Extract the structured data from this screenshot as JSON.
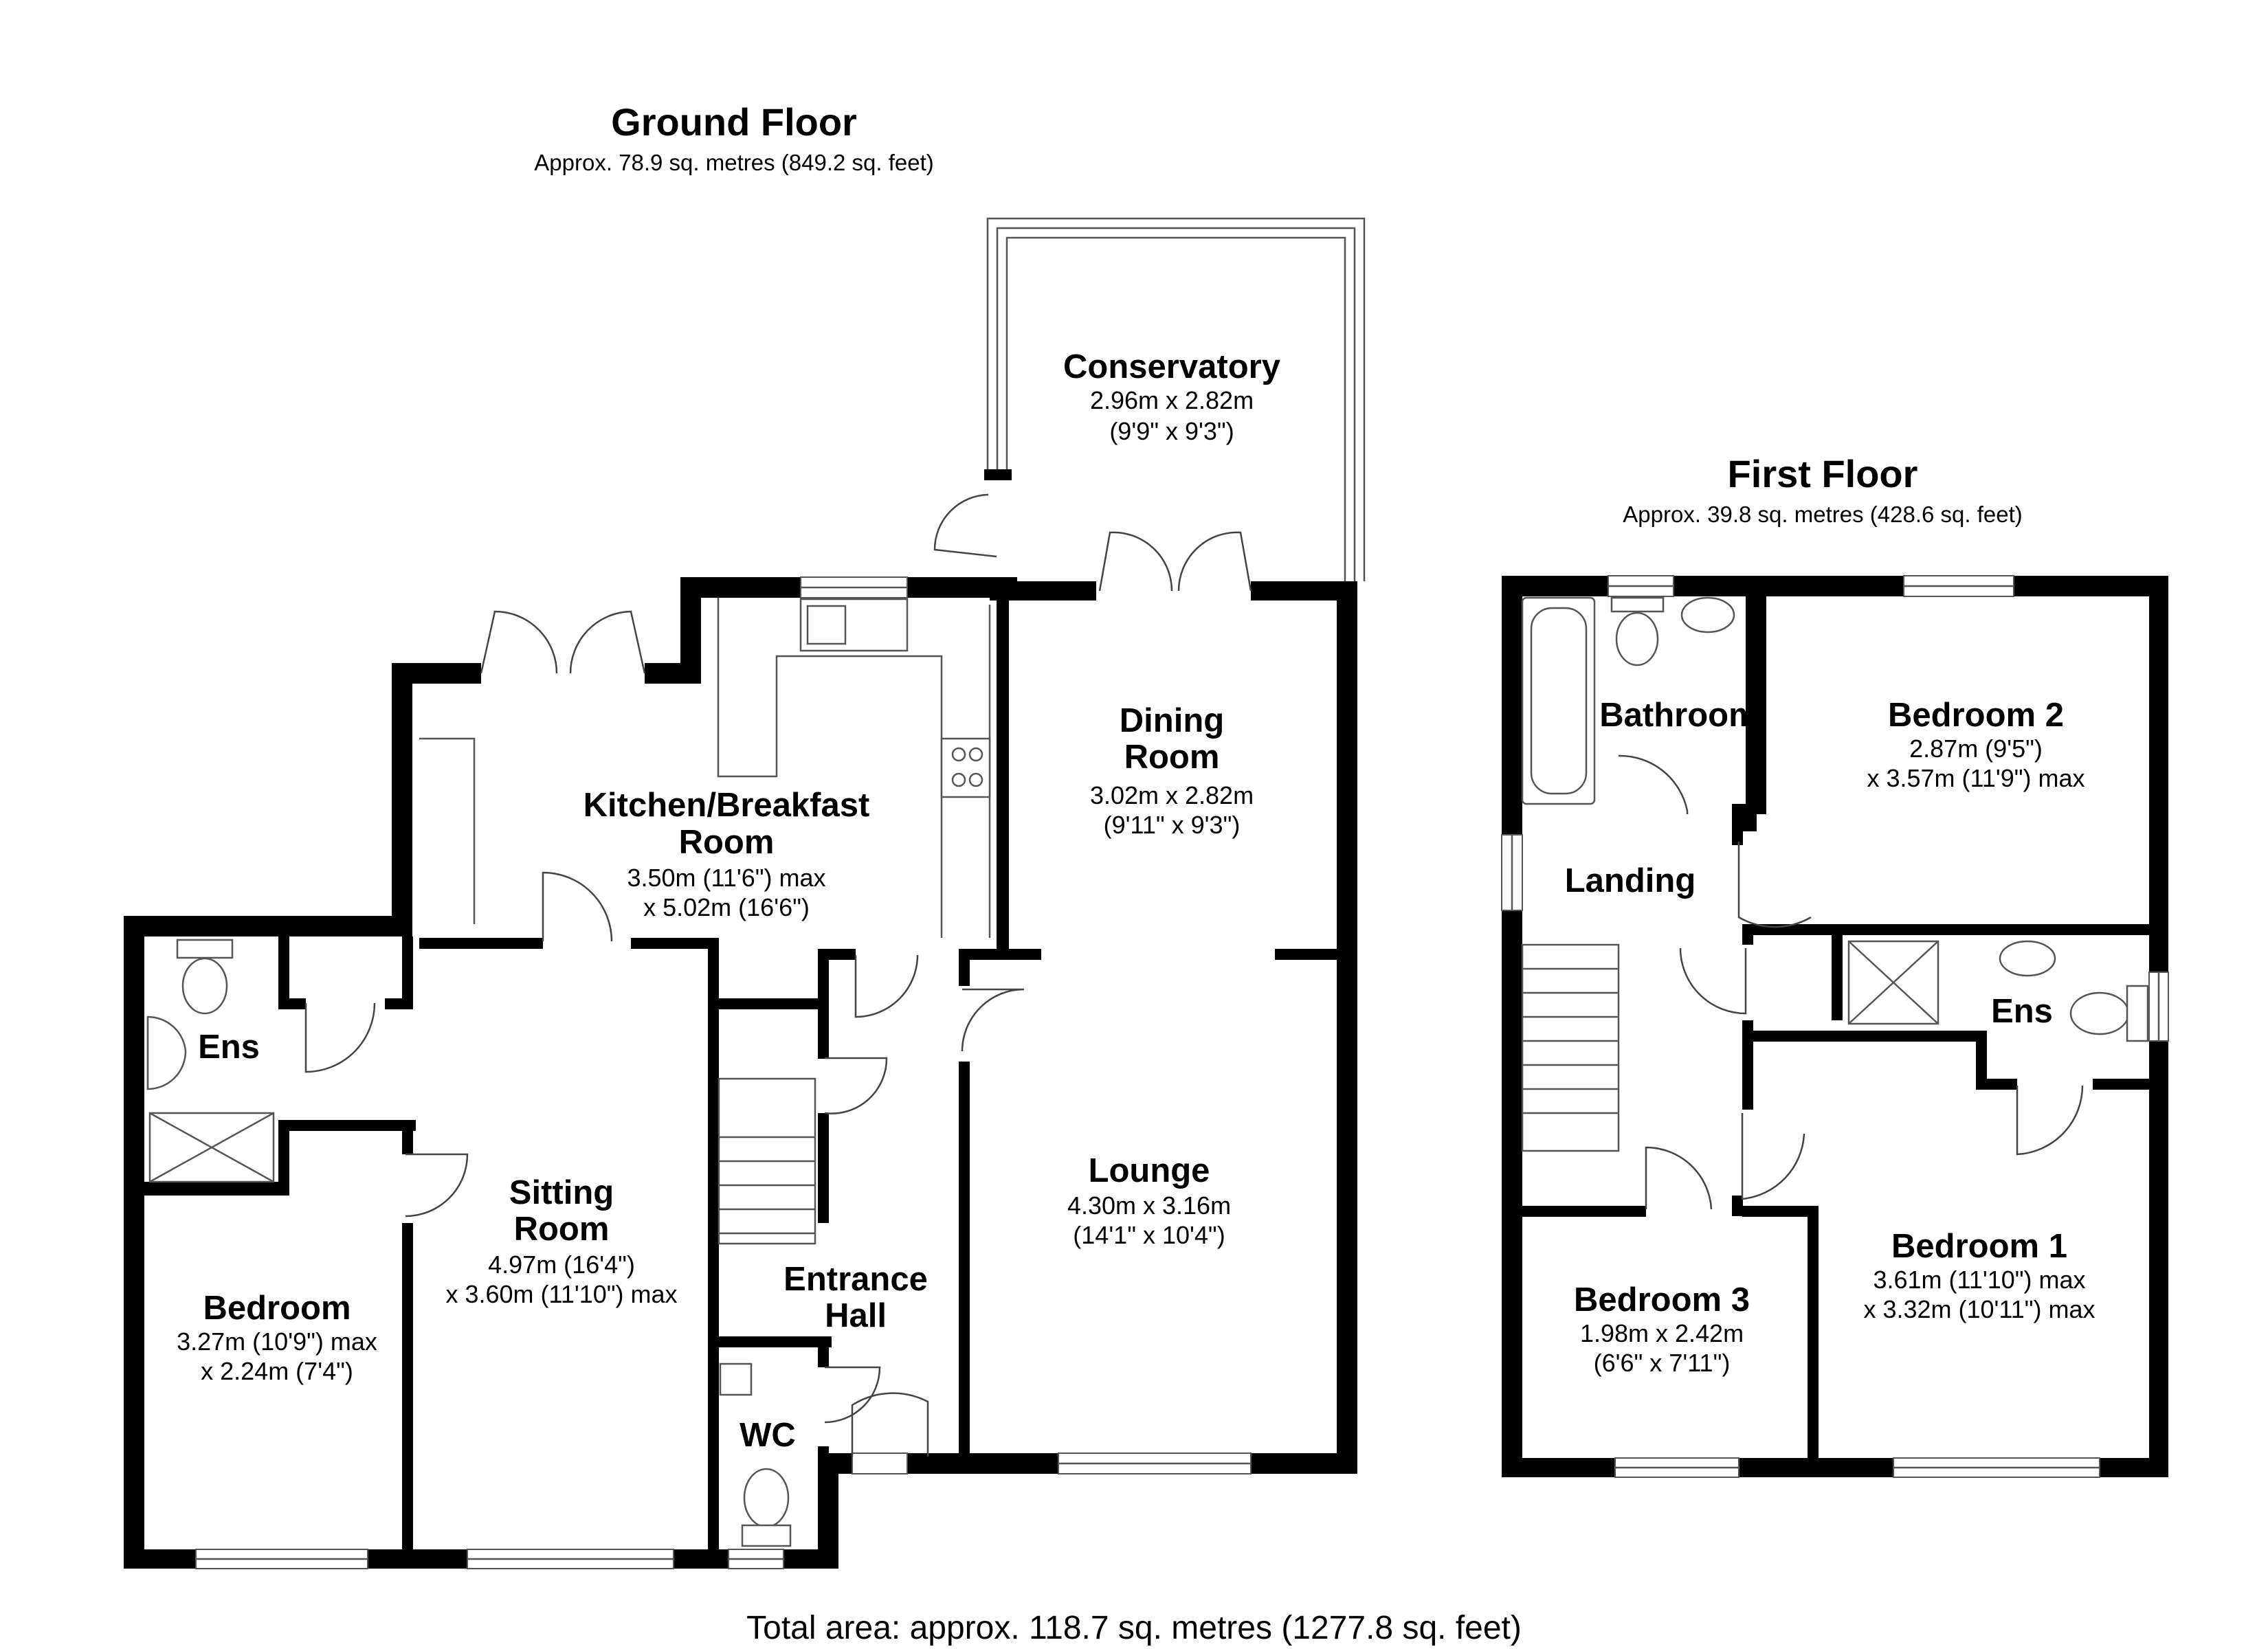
{
  "ground_floor": {
    "title": "Ground Floor",
    "area": "Approx. 78.9 sq. metres (849.2 sq. feet)",
    "rooms": {
      "conservatory": {
        "name": [
          "Conservatory"
        ],
        "dims": [
          "2.96m x 2.82m",
          "(9'9\" x 9'3\")"
        ]
      },
      "dining": {
        "name": [
          "Dining",
          "Room"
        ],
        "dims": [
          "3.02m x 2.82m",
          "(9'11\" x 9'3\")"
        ]
      },
      "kitchen": {
        "name": [
          "Kitchen/Breakfast",
          "Room"
        ],
        "dims": [
          "3.50m (11'6\") max",
          "x 5.02m (16'6\")"
        ]
      },
      "ens": {
        "name": [
          "Ens"
        ],
        "dims": []
      },
      "sitting": {
        "name": [
          "Sitting",
          "Room"
        ],
        "dims": [
          "4.97m (16'4\")",
          "x 3.60m (11'10\") max"
        ]
      },
      "lounge": {
        "name": [
          "Lounge"
        ],
        "dims": [
          "4.30m x 3.16m",
          "(14'1\" x 10'4\")"
        ]
      },
      "bedroom": {
        "name": [
          "Bedroom"
        ],
        "dims": [
          "3.27m (10'9\") max",
          "x 2.24m (7'4\")"
        ]
      },
      "entrance": {
        "name": [
          "Entrance",
          "Hall"
        ],
        "dims": []
      },
      "wc": {
        "name": [
          "WC"
        ],
        "dims": []
      }
    }
  },
  "first_floor": {
    "title": "First Floor",
    "area": "Approx. 39.8 sq. metres (428.6 sq. feet)",
    "rooms": {
      "bathroom": {
        "name": [
          "Bathroom"
        ],
        "dims": []
      },
      "bedroom2": {
        "name": [
          "Bedroom 2"
        ],
        "dims": [
          "2.87m (9'5\")",
          "x 3.57m (11'9\") max"
        ]
      },
      "landing": {
        "name": [
          "Landing"
        ],
        "dims": []
      },
      "ens": {
        "name": [
          "Ens"
        ],
        "dims": []
      },
      "bedroom1": {
        "name": [
          "Bedroom 1"
        ],
        "dims": [
          "3.61m (11'10\") max",
          "x 3.32m (10'11\") max"
        ]
      },
      "bedroom3": {
        "name": [
          "Bedroom 3"
        ],
        "dims": [
          "1.98m x 2.42m",
          "(6'6\" x 7'11\")"
        ]
      }
    }
  },
  "total_area": "Total area: approx. 118.7 sq. metres (1277.8 sq. feet)",
  "colors": {
    "wall": "#000000",
    "window": "#ffffff",
    "fixture_line": "#555555"
  }
}
